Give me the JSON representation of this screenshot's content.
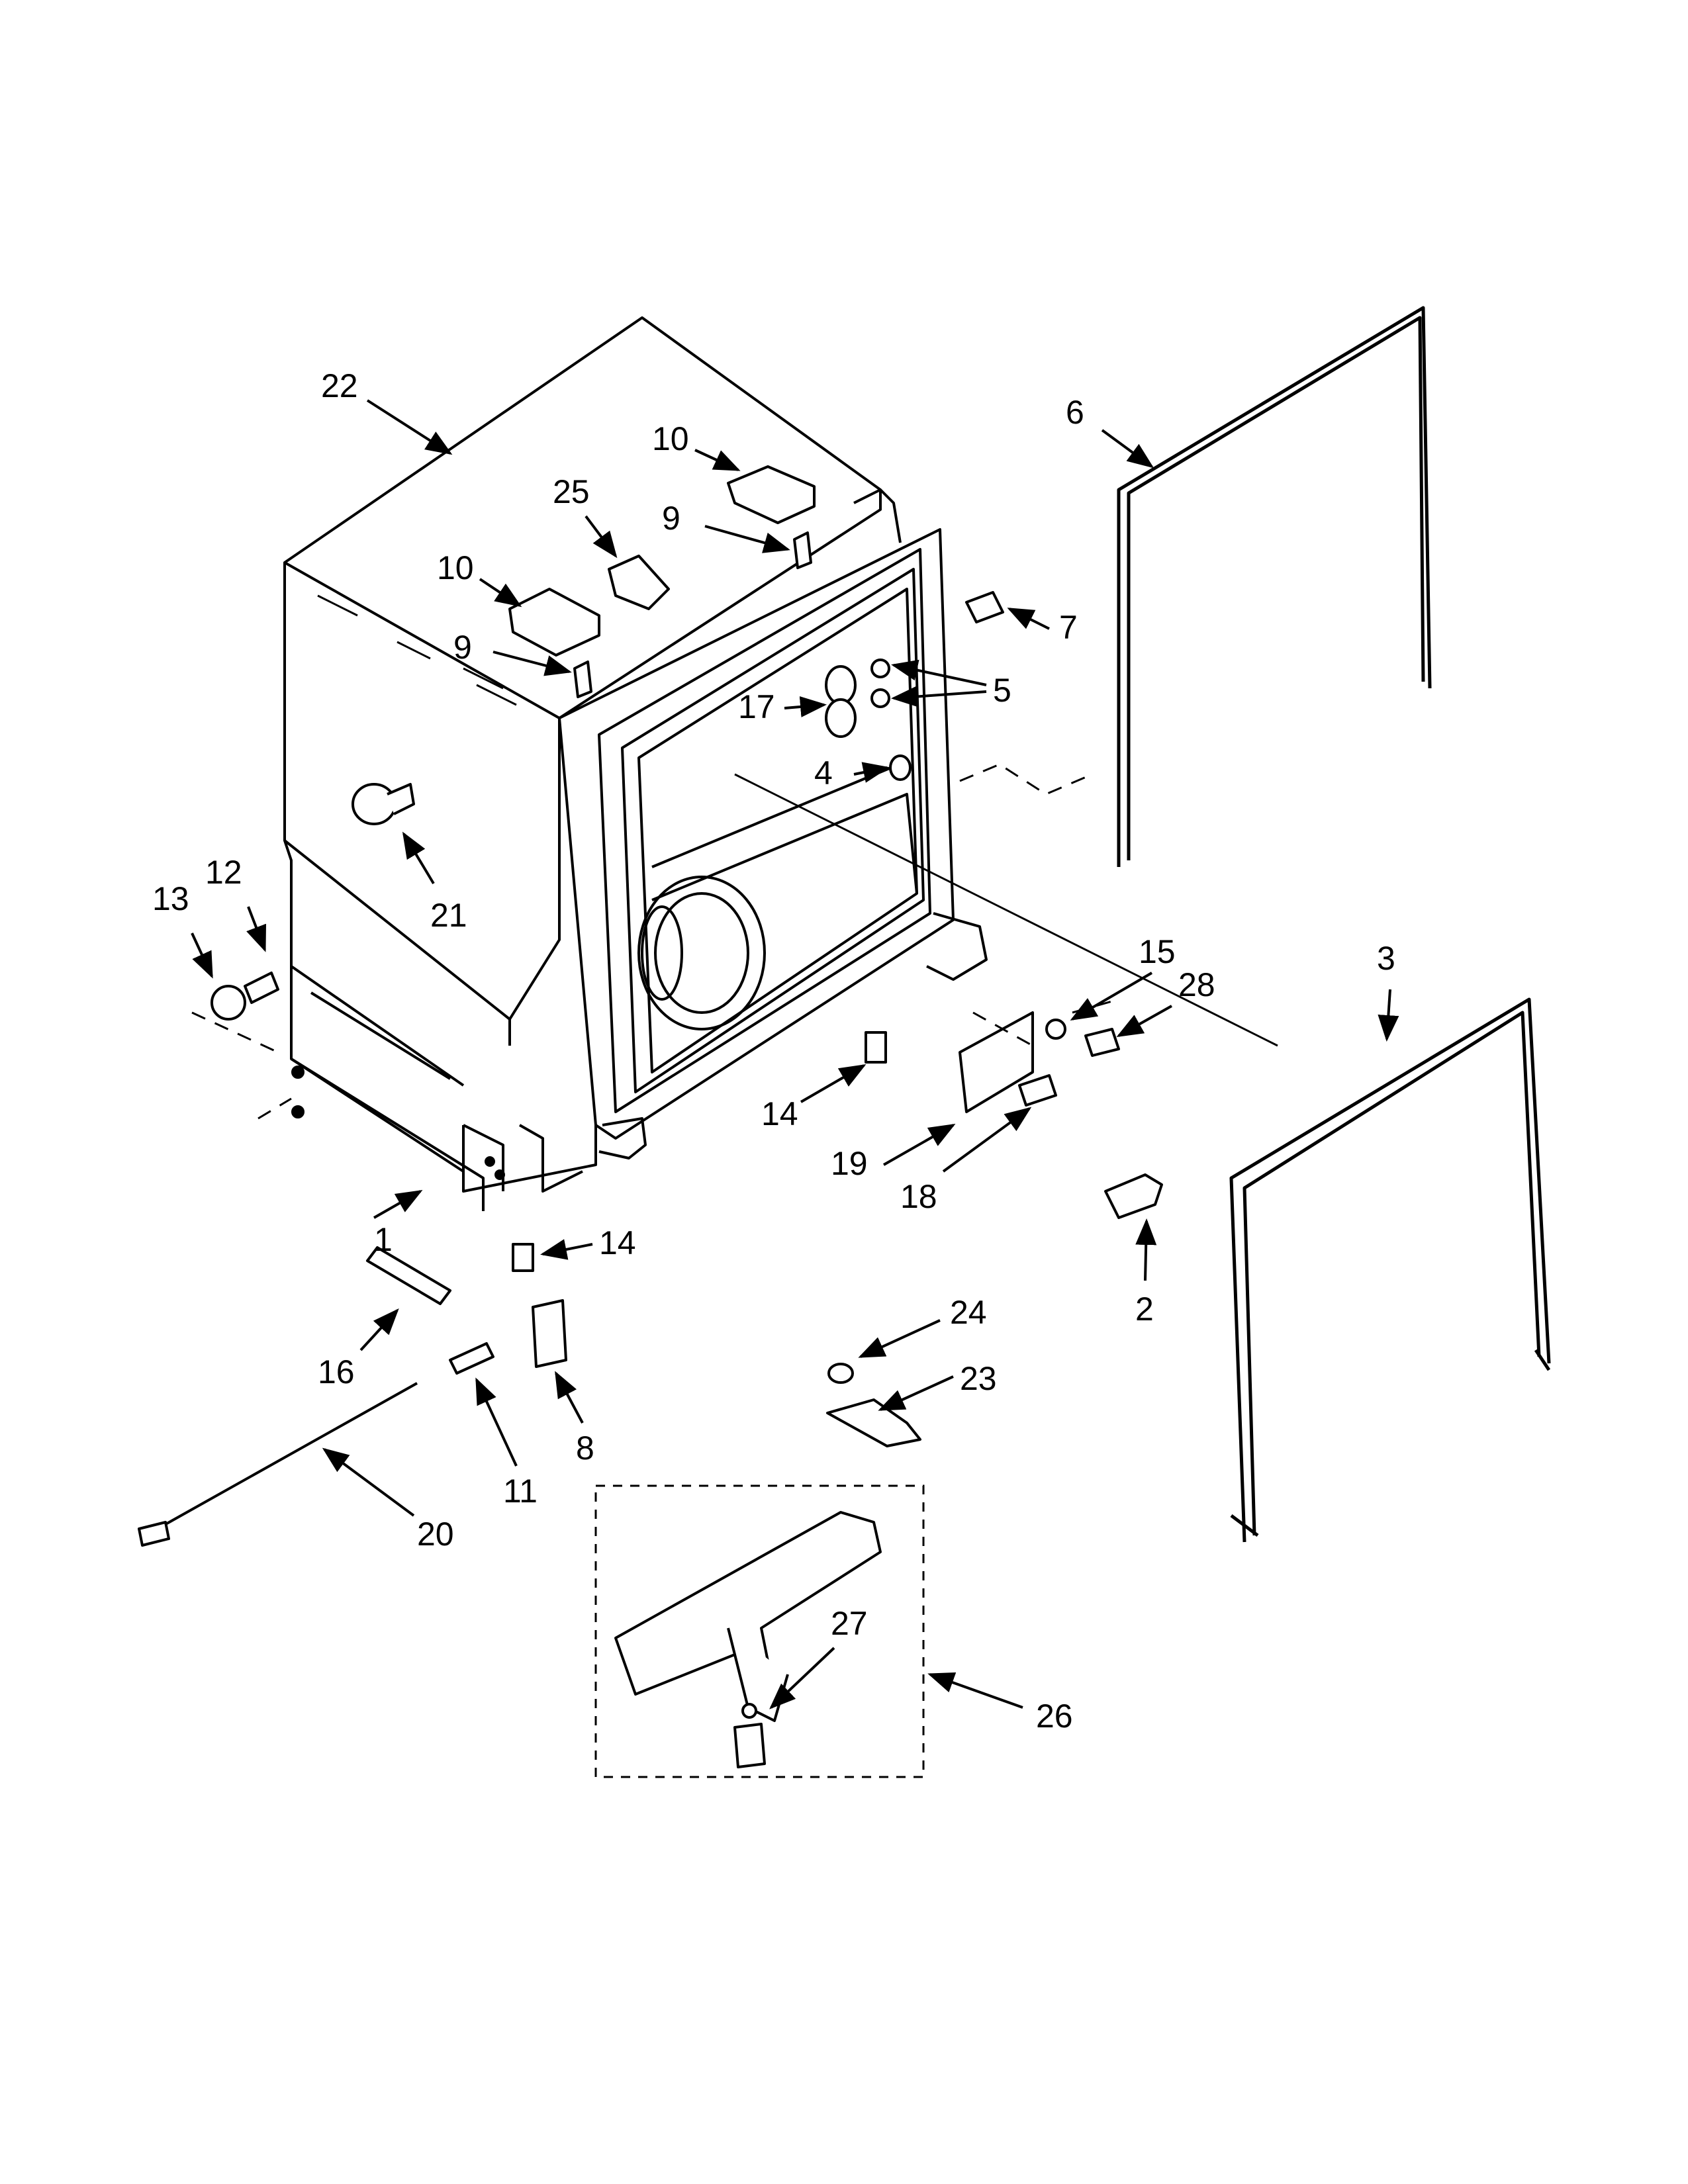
{
  "diagram": {
    "colors": {
      "ink": "#000000",
      "paper": "#ffffff",
      "shade": "#e6e6e6"
    },
    "callouts": {
      "c1": "1",
      "c2": "2",
      "c3": "3",
      "c4": "4",
      "c5": "5",
      "c6": "6",
      "c7": "7",
      "c8": "8",
      "c9a": "9",
      "c9b": "9",
      "c10a": "10",
      "c10b": "10",
      "c11": "11",
      "c12": "12",
      "c13": "13",
      "c14a": "14",
      "c14b": "14",
      "c15": "15",
      "c16": "16",
      "c17": "17",
      "c18": "18",
      "c19": "19",
      "c20": "20",
      "c21": "21",
      "c22": "22",
      "c23": "23",
      "c24": "24",
      "c25": "25",
      "c26": "26",
      "c27": "27",
      "c28": "28"
    }
  }
}
